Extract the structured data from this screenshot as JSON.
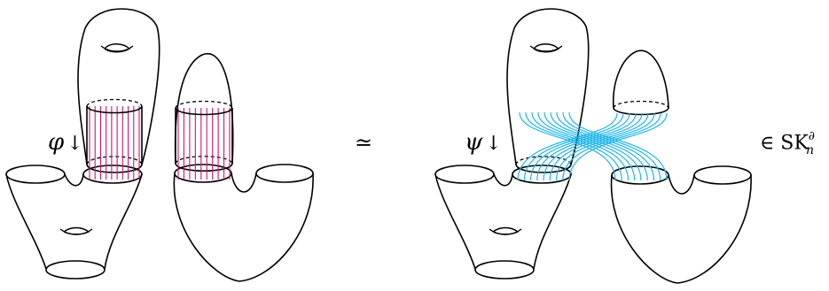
{
  "labels": {
    "left_map_symbol": "φ",
    "right_map_symbol": "ψ",
    "map_arrow": "↓",
    "equivalence": "≃",
    "membership": "∈ SK",
    "membership_superscript": "∂",
    "membership_subscript": "n"
  },
  "colors": {
    "outline": "#000000",
    "left_gluing_lines": "#c8196e",
    "right_braid_strands": "#1eb4ea"
  }
}
